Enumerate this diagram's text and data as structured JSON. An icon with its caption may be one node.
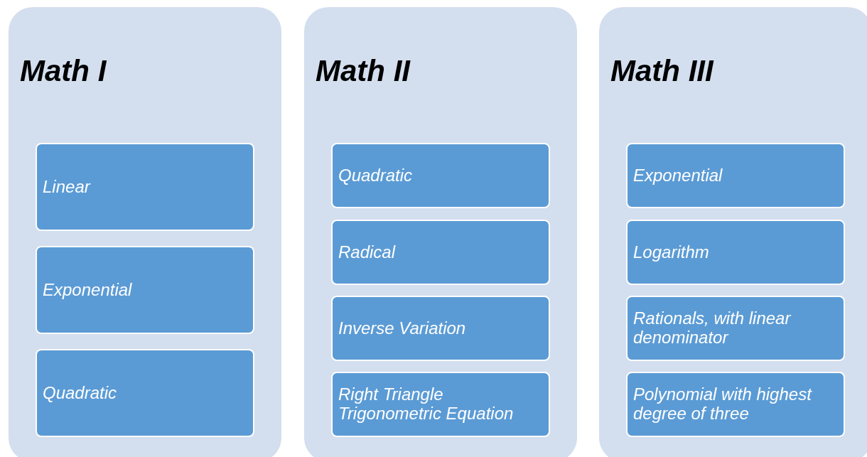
{
  "diagram": {
    "nodes": [
      {
        "text": [
          "Math I"
        ]
      },
      {
        "text": [
          "Linear"
        ],
        "in": 0
      },
      {
        "text": [
          "Exponential"
        ],
        "in": 0
      },
      {
        "text": [
          "Quadratic"
        ],
        "in": 0
      },
      {
        "text": [
          "Math II"
        ]
      },
      {
        "text": [
          "Quadratic"
        ],
        "in": 4
      },
      {
        "text": [
          "Radical"
        ],
        "in": 4
      },
      {
        "text": [
          "Inverse Variation"
        ],
        "in": 4
      },
      {
        "text": [
          "Right Triangle Trigonometric Equation"
        ],
        "in": 4
      },
      {
        "text": [
          "Math III"
        ]
      },
      {
        "text": [
          "Exponential"
        ],
        "in": 9
      },
      {
        "text": [
          "Logarithm"
        ],
        "in": 9
      },
      {
        "text": [
          "Rationals, with linear denominator"
        ],
        "in": 9
      },
      {
        "text": [
          "Polynomial with highest degree of three"
        ],
        "in": 9
      }
    ]
  }
}
